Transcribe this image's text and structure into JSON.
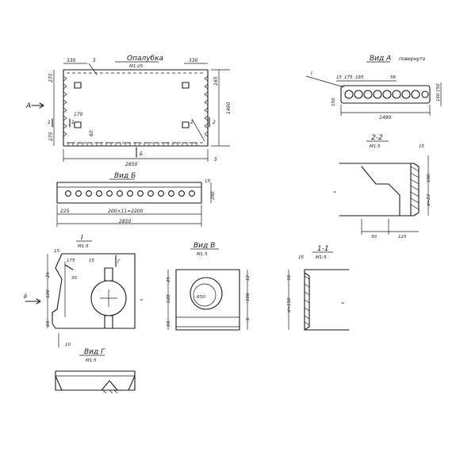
{
  "views": {
    "formwork": {
      "title": "Опалубка",
      "scale": "М1:25"
    },
    "view_a": {
      "title": "Вид А",
      "note": "повернуто"
    },
    "view_b": {
      "title": "Вид Б"
    },
    "section_2_2": {
      "title": "2-2",
      "scale": "М1:5"
    },
    "node_1": {
      "title": "I",
      "scale": "М1:5"
    },
    "view_v": {
      "title": "Вид В",
      "scale": "М1:5"
    },
    "section_1_1": {
      "title": "1-1",
      "scale": "М1:5"
    },
    "view_g": {
      "title": "Вид Г",
      "scale": "М1:5"
    }
  },
  "dims": {
    "f_top_left": "330",
    "f_top_mid": "5",
    "f_top_right": "330",
    "f_left_top": "275",
    "f_left_bot": "275",
    "f_right_top": "165",
    "f_right_h": "1490",
    "f_bottom": "2850",
    "f_bottom_right": "5",
    "f_inner_a": "170",
    "f_inner_b": "60",
    "f_marker_a": "А",
    "f_marker_b": "Б",
    "f_sec1a": "1",
    "f_sec1b": "1",
    "f_sec2a": "2",
    "f_sec2b": "2",
    "va_node": "I",
    "va_d1": "15",
    "va_d2": "175",
    "va_d3": "185",
    "va_d4": "58",
    "va_r1": "150",
    "va_r2": "160",
    "va_r3": "150",
    "va_len": "1490",
    "vb_top": "15",
    "vb_h": "280",
    "vb_left": "225",
    "vb_mid": "200×11=2200",
    "vb_total": "2850",
    "s22_top": "15",
    "s22_r1": "100",
    "s22_r2": "d=23",
    "s22_b1": "50",
    "s22_b2": "125",
    "n1_d1": "15",
    "n1_d2": "175",
    "n1_d3": "15",
    "n1_v1": "25",
    "n1_v2": "120",
    "n1_v3": "10",
    "n1_bot": "10",
    "n1_ang": "30",
    "n1_mark_v": "В",
    "n1_mark_g": "Г",
    "vv_l1": "25",
    "vv_l2": "120",
    "vv_l3": "10",
    "vv_r1": "12",
    "vv_r2": "100",
    "vv_r3": "6",
    "vv_hole": "R50",
    "s11_top": "15",
    "s11_r1": "10",
    "s11_r2": "d=150"
  }
}
